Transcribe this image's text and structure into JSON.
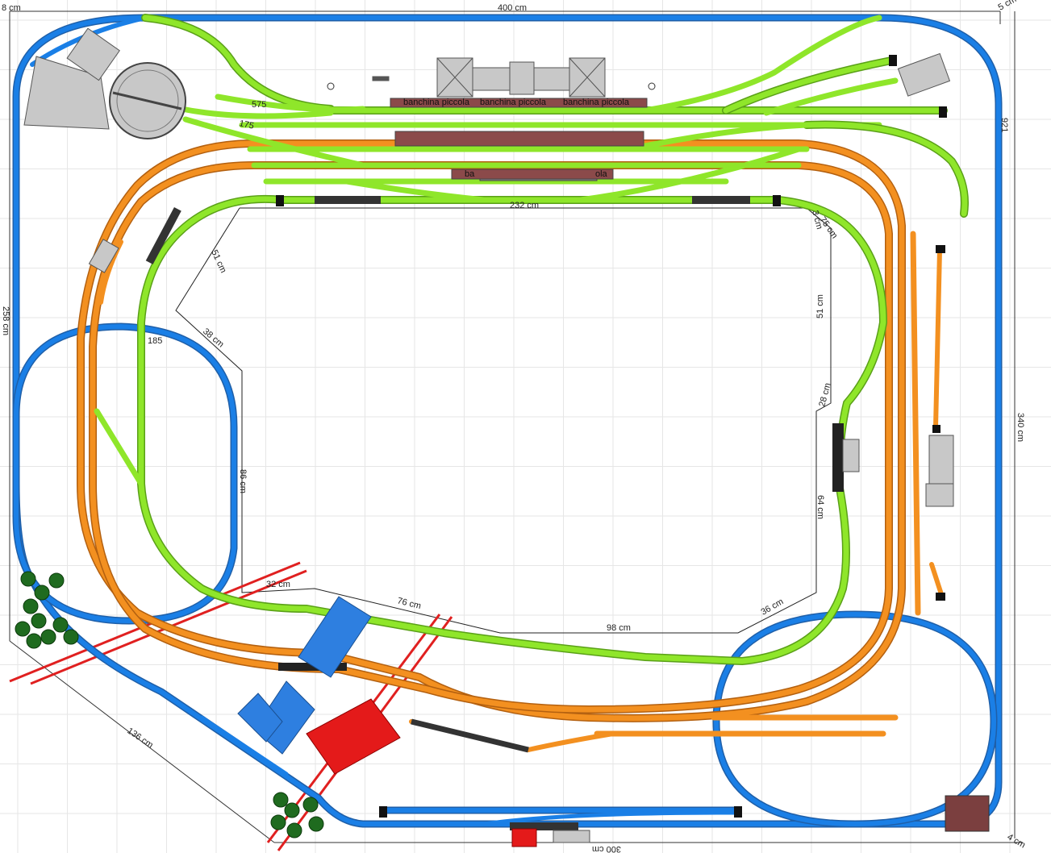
{
  "colors": {
    "blue_track": "#1a7fe6",
    "orange_track": "#f39020",
    "green_track": "#8fe62a",
    "platform": "#8b4a4a",
    "building_grey": "#c8c8c8",
    "building_blue": "#2e7fe0",
    "building_red": "#e41a1a",
    "building_brown": "#7b3f3f",
    "tree_green": "#1f6b1f",
    "road_red": "#e02020",
    "grid": "#dcdcdc"
  },
  "dimensions": {
    "top_width": "400 cm",
    "left_height": "258 cm",
    "right_height": "340 cm",
    "bottom_width": "300 cm",
    "diagonal": "136 cm",
    "top_left_corner": "8 cm",
    "top_right_corner": "5 cm",
    "bottom_right_corner": "4 cm",
    "right_edge_code": "921"
  },
  "inner_dimensions": {
    "top": "232 cm",
    "top_right_corner": "3 cm",
    "top_right_diag": "75 cm",
    "left_upper": "51 cm",
    "left_diag": "38 cm",
    "left_lower": "86 cm",
    "right_upper": "51 cm",
    "right_mid": "28 cm",
    "right_lower": "64 cm",
    "bottom_left": "32 cm",
    "bottom_mid_left": "76 cm",
    "bottom_mid": "98 cm",
    "bottom_right": "36 cm",
    "loop_gap": "185"
  },
  "track_labels": {
    "code_575": "575",
    "code_175": "175"
  },
  "platform_labels": {
    "p1": "banchina piccola",
    "p2": "banchina piccola",
    "p3": "banchina piccola",
    "p4": "ba",
    "p5": "ola"
  }
}
